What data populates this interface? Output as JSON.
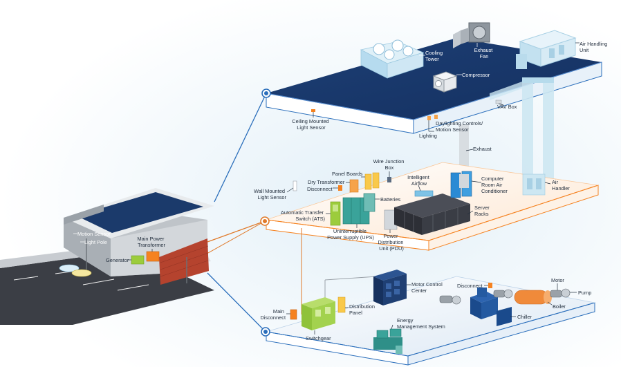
{
  "labels": {
    "roof": {
      "cooling_tower": [
        "Cooling",
        "Tower"
      ],
      "exhaust_fan": [
        "Exhaust",
        "Fan"
      ],
      "air_handling_unit": [
        "Air Handling",
        "Unit"
      ],
      "compressor": "Compressor",
      "vav_box": "VAV Box",
      "ceiling_light_sensor": [
        "Ceiling Mounted",
        "Light Sensor"
      ],
      "daylighting": [
        "Daylighting Controls/",
        "Motion Sensor"
      ],
      "lighting": "Lighting",
      "exhaust": "Exhaust"
    },
    "middle": {
      "wire_junction_box": [
        "Wire Junction",
        "Box"
      ],
      "panel_boards": "Panel Boards",
      "dry_transformer": "Dry Transformer",
      "disconnect": "Disconnect",
      "intelligent_airflow": [
        "Intelligent",
        "Airflow"
      ],
      "crac": [
        "Computer",
        "Room Air",
        "Conditioner"
      ],
      "air_handler": [
        "Air",
        "Handler"
      ],
      "wall_light_sensor": [
        "Wall Mounted",
        "Light Sensor"
      ],
      "batteries": "Batteries",
      "ats": [
        "Automatic Transfer",
        "Switch (ATS)"
      ],
      "ups": [
        "Uninterruptible",
        "Power Supply (UPS)"
      ],
      "pdu": [
        "Power",
        "Distribution",
        "Unit (PDU)"
      ],
      "server_racks": [
        "Server",
        "Racks"
      ]
    },
    "building": {
      "motion_sensor": "Motion Sensor",
      "light_pole": "Light Pole",
      "main_power_transformer": [
        "Main Power",
        "Transformer"
      ],
      "generator": "Generator"
    },
    "bottom": {
      "motor_control_center": [
        "Motor Control",
        "Center"
      ],
      "disconnect": "Disconnect",
      "motor": "Motor",
      "pump": "Pump",
      "boiler": "Boiler",
      "chiller": "Chiller",
      "main_disconnect": [
        "Main",
        "Disconnect"
      ],
      "distribution_panel": [
        "Distribution",
        "Panel"
      ],
      "switchgear": "Switchgear",
      "energy_management_system": [
        "Energy",
        "Management System"
      ]
    }
  },
  "colors": {
    "roof_navy": "#1b3a6b",
    "floor_orange": "#f58220",
    "connector_blue": "#2a6ebb",
    "duct_blue": "#cde7f2",
    "equipment_green": "#9ccc3c",
    "panel_orange": "#f9b233",
    "ups_teal": "#3aa39a",
    "rack_dark": "#2d2f36",
    "motor_center_navy": "#1f3f73",
    "boiler_orange": "#f08a3a",
    "brick": "#b5432e"
  }
}
